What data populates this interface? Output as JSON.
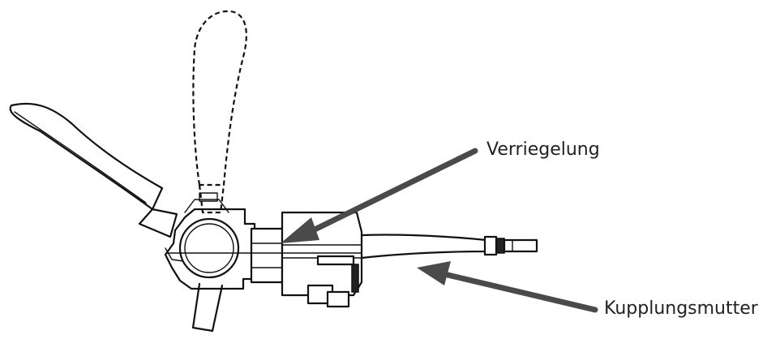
{
  "callouts": [
    {
      "id": "verriegelung",
      "label": "Verriegelung"
    },
    {
      "id": "kupplungsmutter",
      "label": "Kupplungsmutter"
    }
  ],
  "colors": {
    "arrow": "#4a4a4a",
    "outline": "#111111",
    "label": "#222222",
    "background": "#ffffff"
  }
}
